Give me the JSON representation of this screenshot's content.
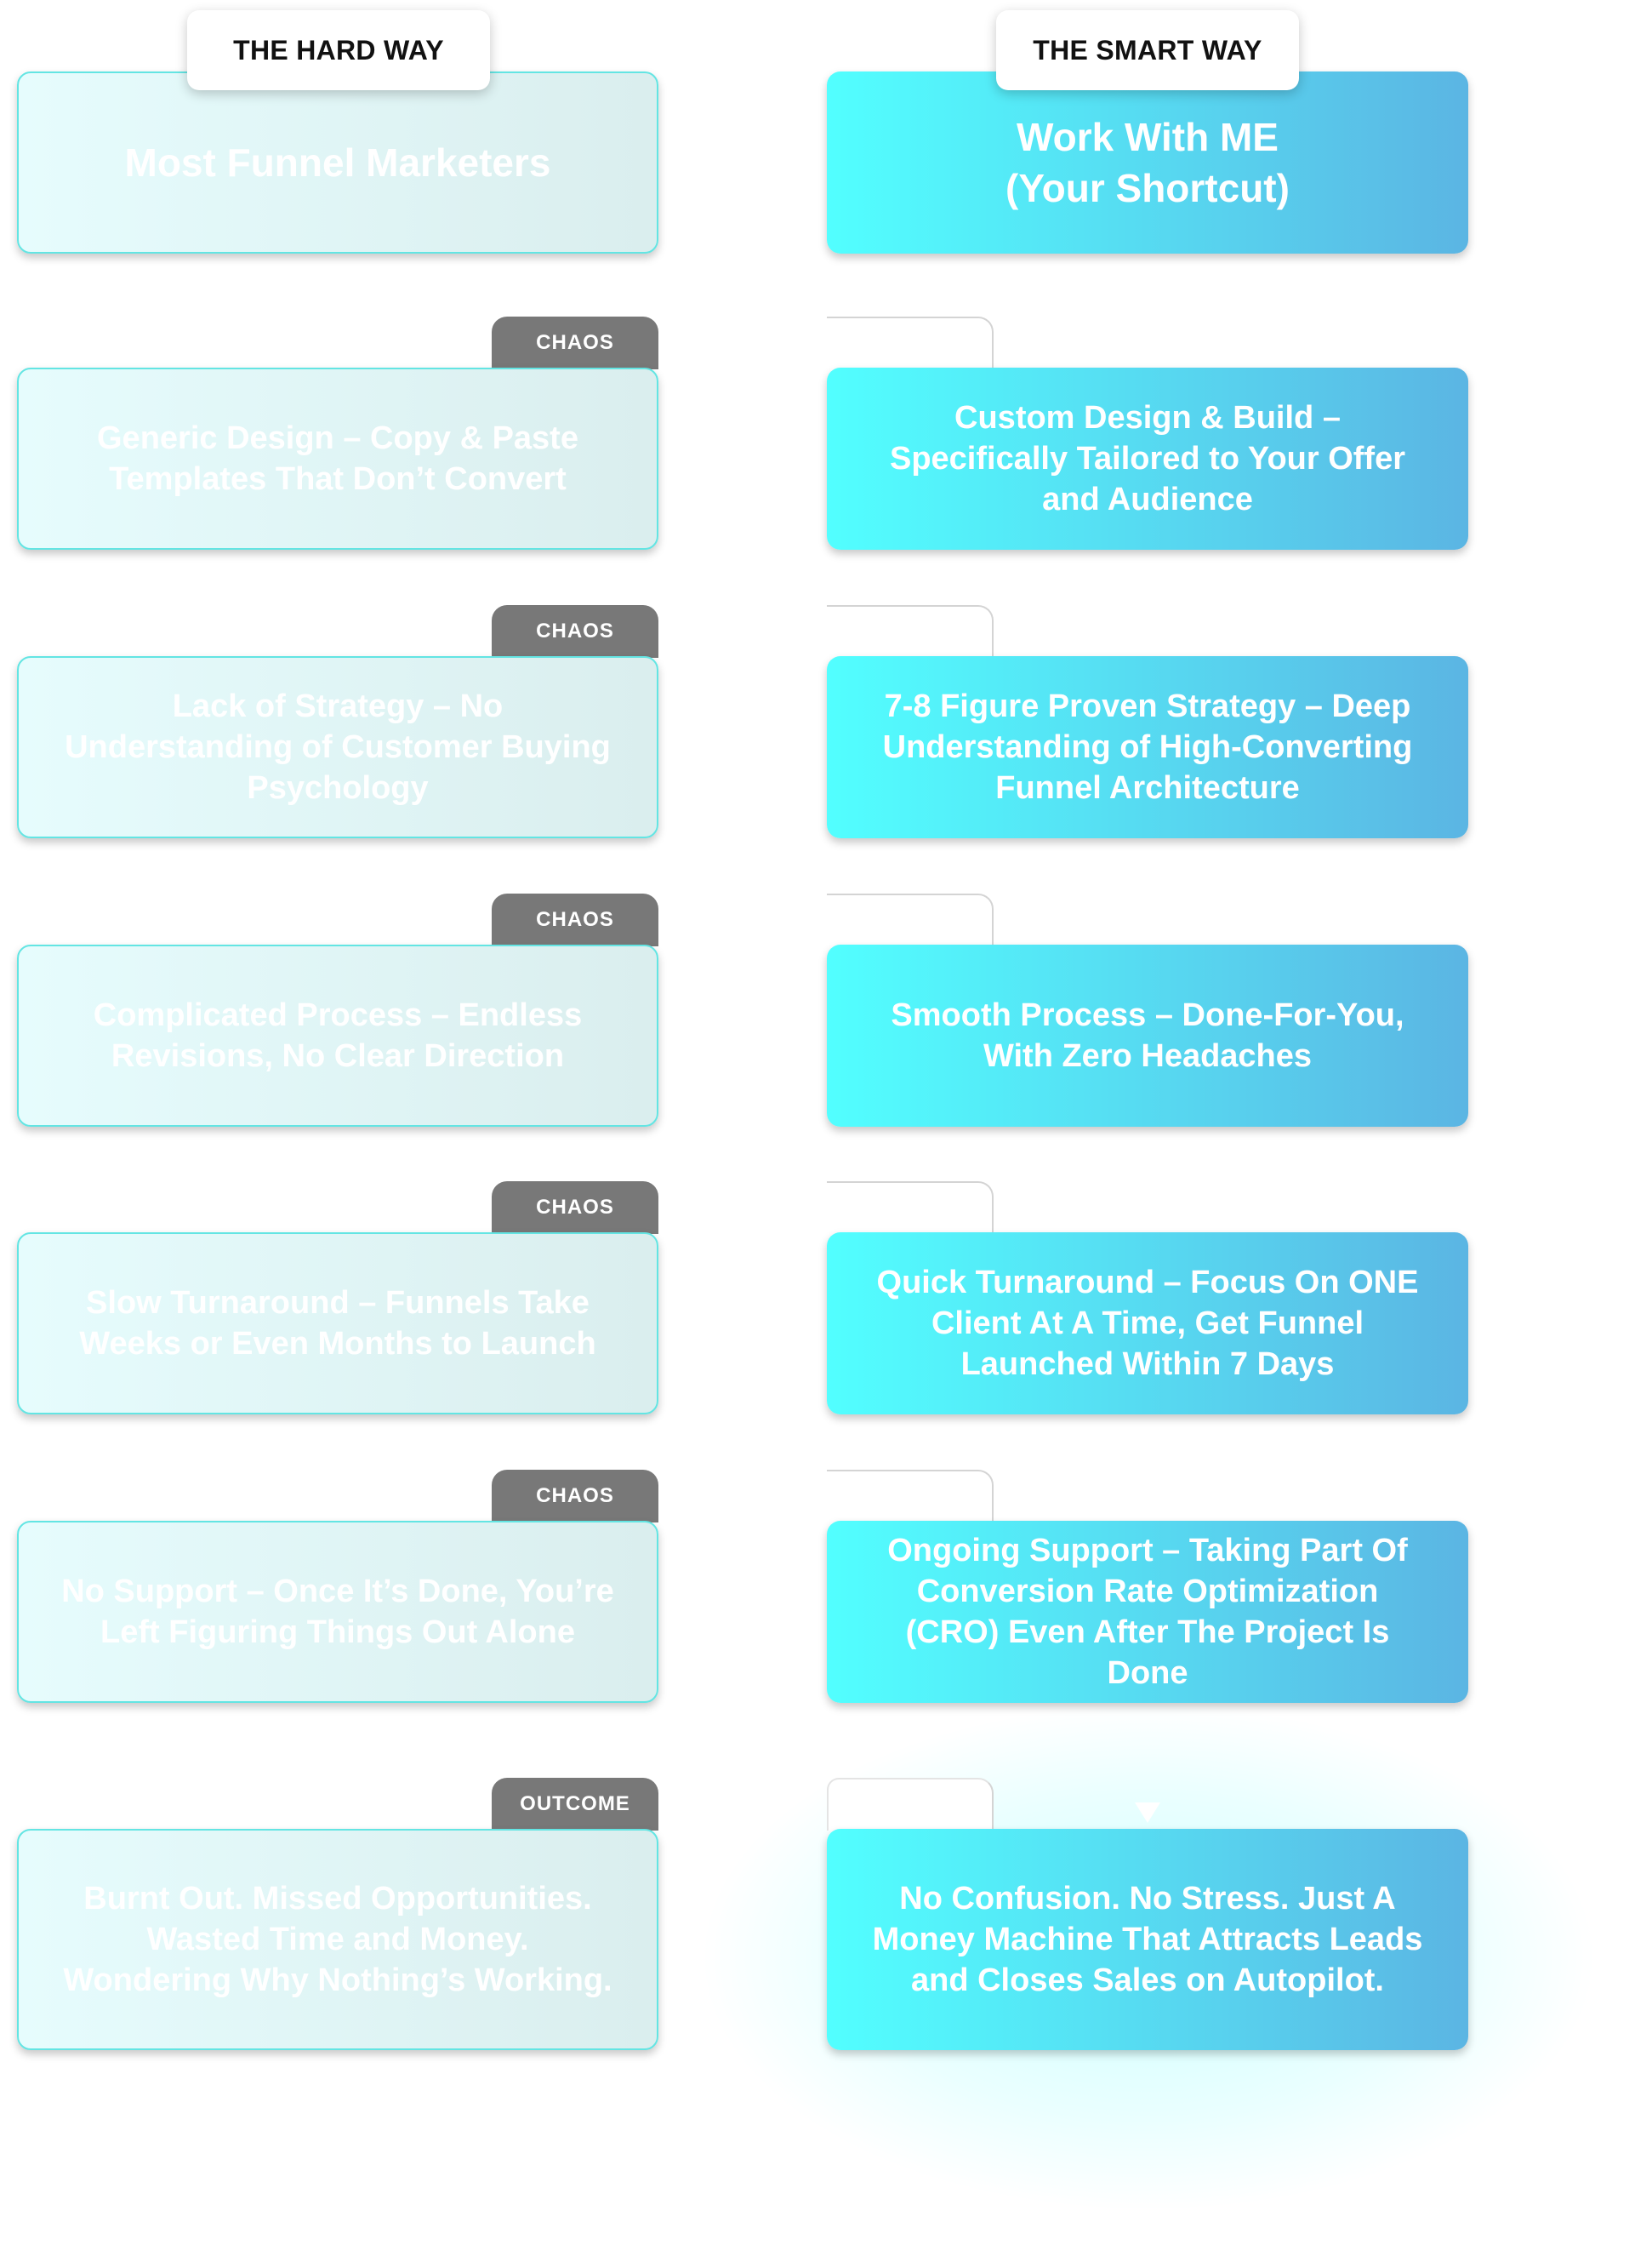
{
  "columns": {
    "hard_label": "THE HARD WAY",
    "smart_label": "THE SMART WAY"
  },
  "hard_way": {
    "title": "Most Funnel Marketers",
    "items": [
      {
        "tag": "CHAOS",
        "text": "Generic Design – Copy & Paste Templates That Don’t Convert"
      },
      {
        "tag": "CHAOS",
        "text": "Lack of Strategy – No Understanding of Customer Buying Psychology"
      },
      {
        "tag": "CHAOS",
        "text": "Complicated Process – Endless Revisions, No Clear Direction"
      },
      {
        "tag": "CHAOS",
        "text": "Slow Turnaround – Funnels Take Weeks or Even Months to Launch"
      },
      {
        "tag": "CHAOS",
        "text": "No Support – Once It’s Done, You’re Left Figuring Things Out Alone"
      }
    ],
    "outcome": {
      "tag": "OUTCOME",
      "text": "Burnt Out. Missed Opportunities. Wasted Time and Money. Wondering Why Nothing’s Working."
    }
  },
  "smart_way": {
    "title_line1": "Work With ME",
    "title_line2": "(Your Shortcut)",
    "items": [
      {
        "text": "Custom Design & Build – Specifically Tailored to Your Offer and Audience"
      },
      {
        "text": "7-8 Figure Proven Strategy – Deep Understanding of High-Converting Funnel Architecture"
      },
      {
        "text": "Smooth Process – Done-For-You, With Zero Headaches"
      },
      {
        "text": "Quick Turnaround – Focus On ONE Client At A Time, Get Funnel Launched Within 7 Days"
      },
      {
        "text": "Ongoing Support – Taking Part Of Conversion Rate Optimization (CRO) Even After The Project Is Done"
      }
    ],
    "outcome": {
      "text": "No Confusion. No Stress. Just A Money Machine That Attracts Leads and Closes Sales on Autopilot."
    }
  },
  "colors": {
    "hard_card_start": "#e6fcfd",
    "hard_card_end": "#daeeee",
    "smart_card_start": "#52ffff",
    "smart_card_end": "#5bb5e3",
    "tag_background": "#787878"
  }
}
